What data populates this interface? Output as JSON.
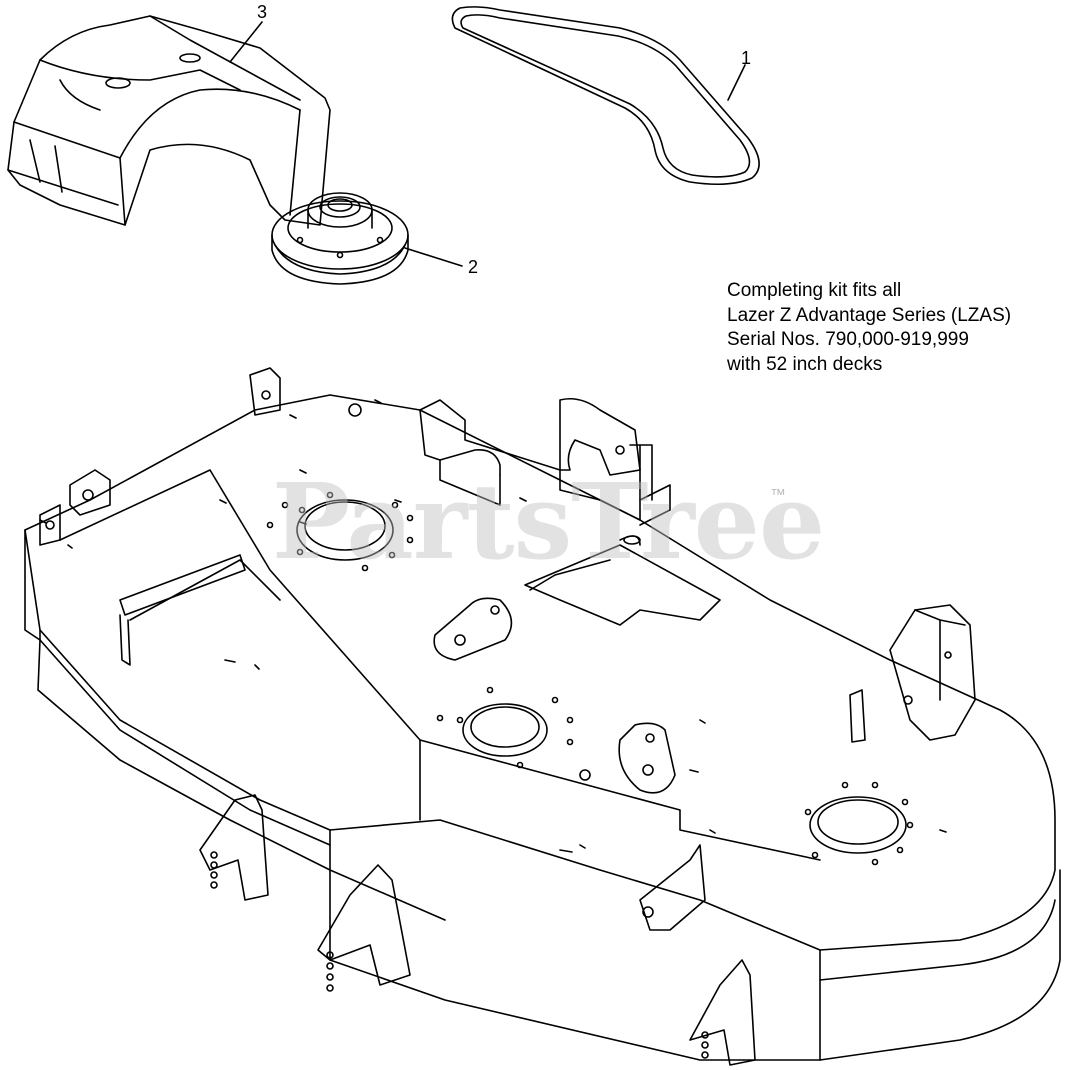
{
  "callouts": {
    "belt": "1",
    "pulley": "2",
    "cover": "3"
  },
  "note": {
    "lines": [
      "Completing kit fits all",
      "Lazer Z Advantage Series (LZAS)",
      "Serial Nos. 790,000-919,999",
      "with 52 inch decks"
    ]
  },
  "watermark": {
    "text": "PartsTree",
    "trademark": "™"
  },
  "colors": {
    "line": "#000000",
    "watermark": "#bebebe"
  }
}
